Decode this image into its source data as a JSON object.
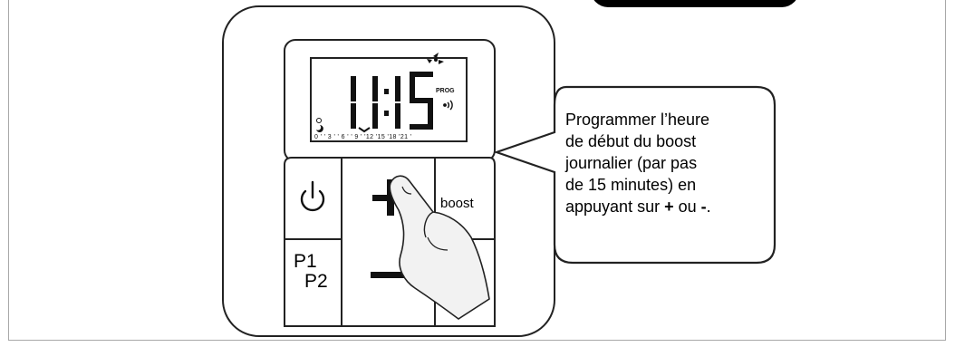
{
  "display": {
    "time_hours": "11",
    "time_minutes": "15",
    "prog_label": "PROG",
    "timeline_ticks": "0 ' ' 3 ' ' 6 ' ' 9 ' '12 '15 '18 '21 '"
  },
  "buttons": {
    "power_icon": "power-icon",
    "plus_icon": "plus-icon",
    "minus_icon": "minus-icon",
    "boost_label": "boost",
    "p1_label": "P1",
    "p2_label": "P2"
  },
  "callout": {
    "line1": "Programmer l’heure",
    "line2": "de début du boost",
    "line3": "journalier (par pas",
    "line4": "de 15 minutes) en",
    "line5_prefix": "appuyant sur ",
    "line5_plus": "+",
    "line5_mid": " ou ",
    "line5_minus": "-",
    "line5_suffix": "."
  },
  "colors": {
    "outline": "#222222",
    "hand_fill": "#f2f2f2",
    "frame": "#a8a8a8"
  }
}
